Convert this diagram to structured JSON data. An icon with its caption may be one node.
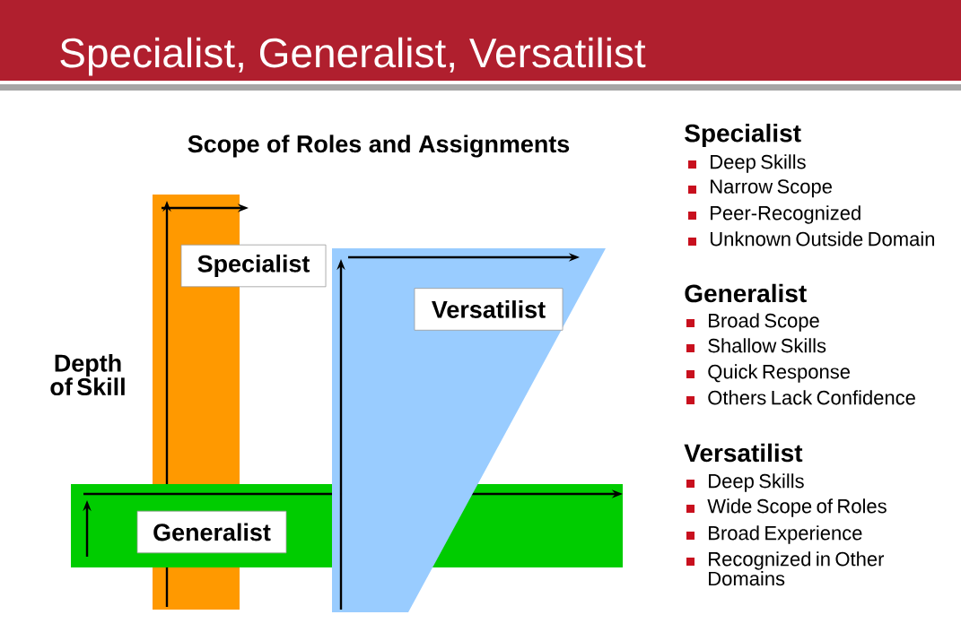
{
  "diagram": {
    "title": "Specialist, Generalist, Versatilist",
    "nodes": [
      {
        "text": [
          "Specialist"
        ]
      },
      {
        "text": [
          "Versatilist"
        ]
      },
      {
        "text": [
          "Generalist"
        ]
      }
    ],
    "labels": [
      "Scope of Roles and Assignments",
      "Depth of Skill",
      "Specialist",
      "Deep Skills",
      "Narrow Scope",
      "Peer-Recognized",
      "Unknown Outside Domain",
      "Generalist",
      "Broad Scope",
      "Shallow Skills",
      "Quick Response",
      "Others Lack Confidence",
      "Versatilist",
      "Deep Skills",
      "Wide Scope of Roles",
      "Broad Experience",
      "Recognized in Other Domains"
    ]
  }
}
